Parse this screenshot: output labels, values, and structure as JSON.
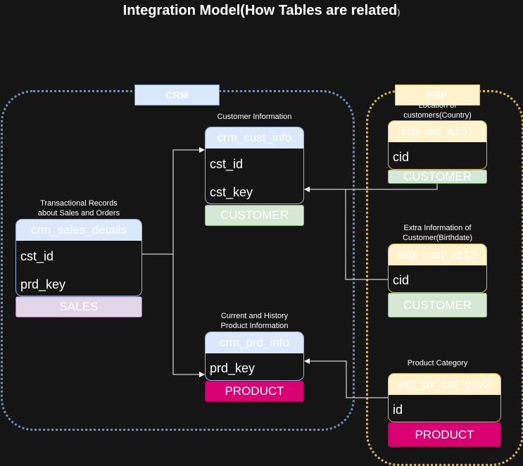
{
  "title": "Integration Model(How Tables are related",
  "title_paren": ")",
  "groups": {
    "crm": "CRM",
    "erp": "ERP"
  },
  "captions": {
    "customer_info": "Customer Information",
    "transactional_l1": "Transactional Records",
    "transactional_l2": "about Sales and Orders",
    "product_info_l1": "Current and History",
    "product_info_l2": "Product Information",
    "location_l1": "Location of",
    "location_l2": "customers(Country)",
    "extra_l1": "Extra Information of",
    "extra_l2": "Customer(Birthdate)",
    "category": "Product Category"
  },
  "tables": {
    "crm_cust_info": {
      "name": "crm_cust_info",
      "fields": [
        "cst_id",
        "cst_key"
      ],
      "tag": "CUSTOMER"
    },
    "crm_sales_details": {
      "name": "crm_sales_details",
      "fields": [
        "cst_id",
        "prd_key"
      ],
      "tag": "SALES"
    },
    "crm_prd_info": {
      "name": "crm_prd_info",
      "fields": [
        "prd_key"
      ],
      "tag": "PRODUCT"
    },
    "erp_loc_a101": {
      "name": "erp_loc_a101",
      "fields": [
        "cid"
      ],
      "tag": "CUSTOMER"
    },
    "erp_cust_az12": {
      "name": "erp_cust_az12",
      "fields": [
        "cid"
      ],
      "tag": "CUSTOMER"
    },
    "erp_px_cat_g1v2": {
      "name": "erp_px_cat_g1v2",
      "fields": [
        "id"
      ],
      "tag": "PRODUCT"
    }
  },
  "colors": {
    "crm_border": "#6c8ebf",
    "erp_border": "#d6b656",
    "blue_header": "#dae8fc",
    "yellow_header": "#fff2cc",
    "green_tag": "#d5e8d4",
    "purple_tag": "#e1d5e7",
    "pink_tag": "#d80073"
  }
}
